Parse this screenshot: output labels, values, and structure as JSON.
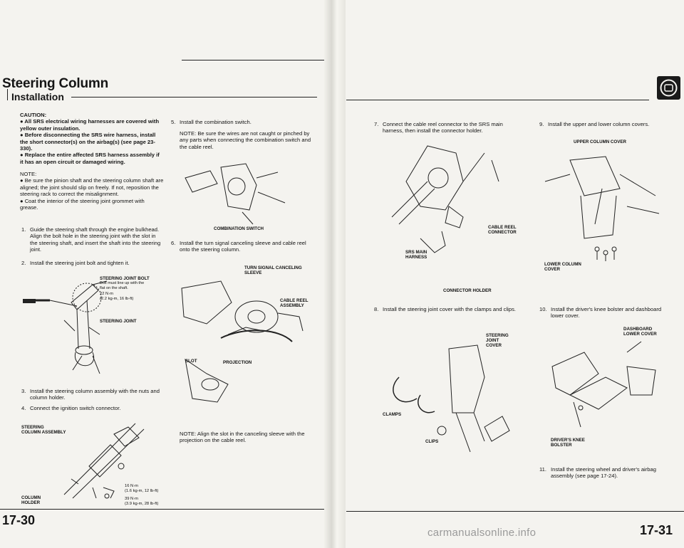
{
  "left_page": {
    "title": "Steering Column",
    "subtitle": "Installation",
    "page_number": "17-30",
    "caution": {
      "heading": "CAUTION:",
      "items": [
        "All SRS electrical wiring harnesses are covered with yellow outer insulation.",
        "Before disconnecting the SRS wire harness, install the short connector(s) on the airbag(s) (see page 23-330).",
        "Replace the entire affected SRS harness assembly if it has an open circuit or damaged wiring."
      ]
    },
    "note": {
      "heading": "NOTE:",
      "items": [
        "Be sure the pinion shaft and the steering column shaft are aligned; the joint should slip on freely. If not, reposition the steering rack to correct the misalignment.",
        "Coat the interior of the steering joint grommet with grease."
      ]
    },
    "steps": {
      "s1": "Guide the steering shaft through the engine bulkhead. Align the bolt hole in the steering joint with the slot in the steering shaft, and insert the shaft into the steering joint.",
      "s2": "Install the steering joint bolt and tighten it.",
      "s3": "Install the steering column assembly with the nuts and column holder.",
      "s4": "Connect the ignition switch connector.",
      "s5": "Install the combination switch.",
      "s5_note": "NOTE: Be sure the wires are not caught or pinched by any parts when connecting the combination switch and the cable reel.",
      "s6": "Install the turn signal canceling sleeve and cable reel onto the steering column.",
      "s6_note": "NOTE: Align the slot in the canceling sleeve with the projection on the cable reel."
    },
    "labels": {
      "joint_bolt": "STEERING JOINT BOLT",
      "joint_bolt_note": "Bolt must line up with the\nflat on the shaft.",
      "torque1": "22 N·m\n(2.2 kg-m, 16 lb-ft)",
      "steering_joint": "STEERING JOINT",
      "column_assembly": "STEERING\nCOLUMN ASSEMBLY",
      "torque2": "16 N·m\n(1.6 kg-m, 12 lb-ft)",
      "column_holder": "COLUMN\nHOLDER",
      "torque3": "39 N·m\n(3.9 kg-m, 28 lb-ft)",
      "combination_switch": "COMBINATION SWITCH",
      "turn_signal": "TURN SIGNAL CANCELING\nSLEEVE",
      "cable_reel_assembly": "CABLE REEL\nASSEMBLY",
      "slot": "SLOT",
      "projection": "PROJECTION"
    }
  },
  "right_page": {
    "page_number": "17-31",
    "steps": {
      "s7": "Connect the cable reel connector to the SRS main harness, then install the connector holder.",
      "s8": "Install the steering joint cover with the clamps and clips.",
      "s9": "Install the upper and lower column covers.",
      "s10": "Install the driver's knee bolster and dashboard lower cover.",
      "s11": "Install the steering wheel and driver's airbag assembly (see page 17-24)."
    },
    "labels": {
      "cable_reel_connector": "CABLE REEL\nCONNECTOR",
      "srs_main_harness": "SRS MAIN\nHARNESS",
      "connector_holder": "CONNECTOR HOLDER",
      "steering_joint_cover": "STEERING\nJOINT\nCOVER",
      "clamps": "CLAMPS",
      "clips": "CLIPS",
      "upper_column_cover": "UPPER COLUMN COVER",
      "lower_column_cover": "LOWER COLUMN\nCOVER",
      "dashboard_lower_cover": "DASHBOARD\nLOWER COVER",
      "knee_bolster": "DRIVER'S KNEE\nBOLSTER"
    }
  },
  "watermark": "carmanualsonline.info",
  "colors": {
    "ink": "#151515",
    "paper": "#f4f3ef",
    "icon_bg": "#1a1a1a"
  }
}
